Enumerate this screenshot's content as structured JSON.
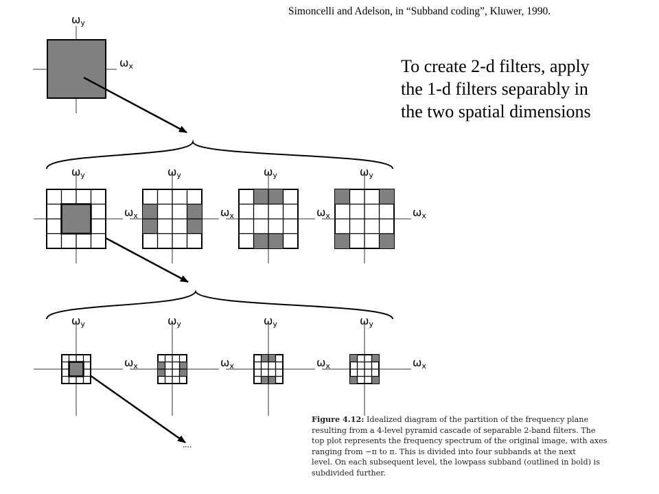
{
  "citation": "Simoncelli and Adelson, in “Subband coding”, Kluwer, 1990.",
  "note": {
    "lines": [
      "To create 2-d filters, apply",
      "the 1-d filters separably in",
      "the two spatial dimensions"
    ]
  },
  "axis_labels": {
    "omega_symbol": "ω",
    "x_subscript": "x",
    "y_subscript": "y"
  },
  "ellipsis": "....",
  "caption": {
    "figure_label": "Figure 4.12:",
    "line1_rest": " Idealized diagram of the partition of the frequency plane",
    "lines": [
      "resulting from a 4-level pyramid cascade of separable 2-band filters. The",
      "top plot represents the frequency spectrum of the original image, with axes",
      "ranging from −π to π. This is divided into four subbands at the next",
      "level. On each subsequent level, the lowpass subband (outlined in bold) is",
      "subdivided further."
    ]
  },
  "colors": {
    "fill": "#808080",
    "axis": "#999999",
    "grid": "#000000"
  }
}
